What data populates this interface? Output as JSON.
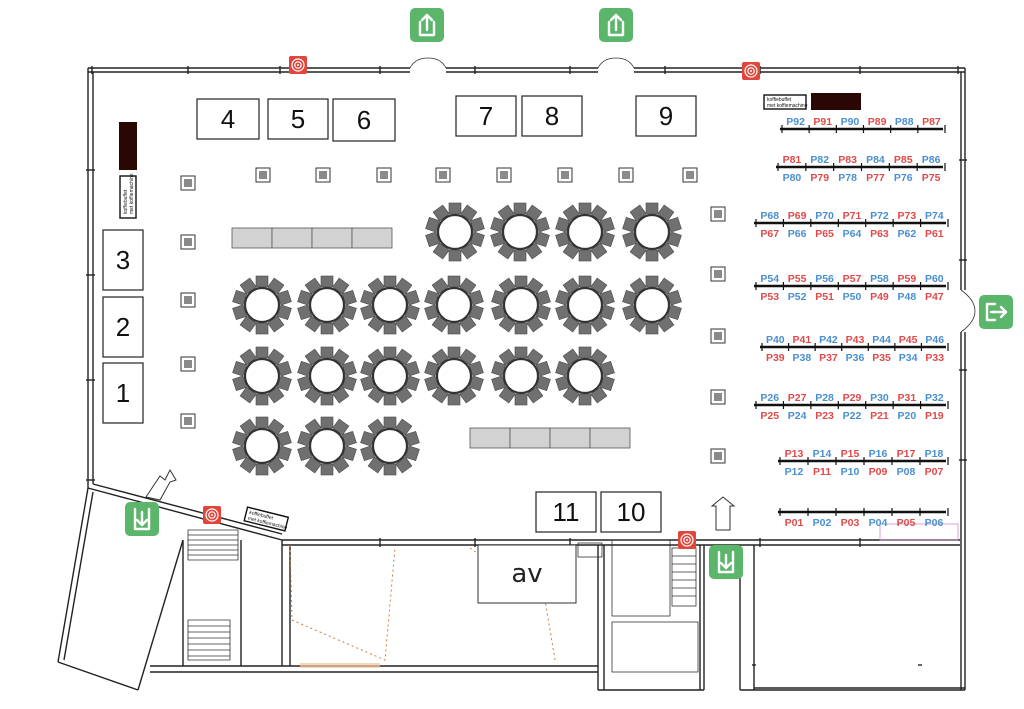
{
  "colors": {
    "exit_green": "#5bb56a",
    "fire_red": "#e0463c",
    "label_blue": "#4a8fd0",
    "label_red": "#e04a4a",
    "dark_panel": "#2a0705"
  },
  "icons": {
    "exit_up": "exit-up-icon",
    "exit_down": "exit-down-icon",
    "exit_right": "exit-right-icon",
    "fire": "fire-extinguisher-icon"
  },
  "booths": [
    {
      "id": "b4",
      "label": "4"
    },
    {
      "id": "b5",
      "label": "5"
    },
    {
      "id": "b6",
      "label": "6"
    },
    {
      "id": "b7",
      "label": "7"
    },
    {
      "id": "b8",
      "label": "8"
    },
    {
      "id": "b9",
      "label": "9"
    },
    {
      "id": "b3",
      "label": "3"
    },
    {
      "id": "b2",
      "label": "2"
    },
    {
      "id": "b1",
      "label": "1"
    },
    {
      "id": "b11",
      "label": "11"
    },
    {
      "id": "b10",
      "label": "10"
    }
  ],
  "av_label": "av",
  "small_signs": {
    "top_right": [
      "koffiebuffet",
      "met koffiemachine"
    ],
    "left_vertical": [
      "koffiebuffet",
      "met koffiemachine"
    ],
    "bottom": [
      "koffiebuffet",
      "met koffiemachine"
    ]
  },
  "poster_rows": [
    {
      "top": [
        "P92",
        "P91",
        "P90",
        "P89",
        "P88",
        "P87"
      ],
      "bottom": []
    },
    {
      "top": [
        "P81",
        "P82",
        "P83",
        "P84",
        "P85",
        "P86"
      ],
      "bottom": [
        "P80",
        "P79",
        "P78",
        "P77",
        "P76",
        "P75"
      ]
    },
    {
      "top": [
        "P68",
        "P69",
        "P70",
        "P71",
        "P72",
        "P73",
        "P74"
      ],
      "bottom": [
        "P67",
        "P66",
        "P65",
        "P64",
        "P63",
        "P62",
        "P61"
      ]
    },
    {
      "top": [
        "P54",
        "P55",
        "P56",
        "P57",
        "P58",
        "P59",
        "P60"
      ],
      "bottom": [
        "P53",
        "P52",
        "P51",
        "P50",
        "P49",
        "P48",
        "P47"
      ]
    },
    {
      "top": [
        "P40",
        "P41",
        "P42",
        "P43",
        "P44",
        "P45",
        "P46"
      ],
      "bottom": [
        "P39",
        "P38",
        "P37",
        "P36",
        "P35",
        "P34",
        "P33"
      ]
    },
    {
      "top": [
        "P26",
        "P27",
        "P28",
        "P29",
        "P30",
        "P31",
        "P32"
      ],
      "bottom": [
        "P25",
        "P24",
        "P23",
        "P22",
        "P21",
        "P20",
        "P19"
      ]
    },
    {
      "top": [
        "P13",
        "P14",
        "P15",
        "P16",
        "P17",
        "P18"
      ],
      "bottom": [
        "P12",
        "P11",
        "P10",
        "P09",
        "P08",
        "P07"
      ]
    },
    {
      "top": [],
      "bottom": [
        "P01",
        "P02",
        "P03",
        "P04",
        "P05",
        "P06"
      ]
    }
  ]
}
